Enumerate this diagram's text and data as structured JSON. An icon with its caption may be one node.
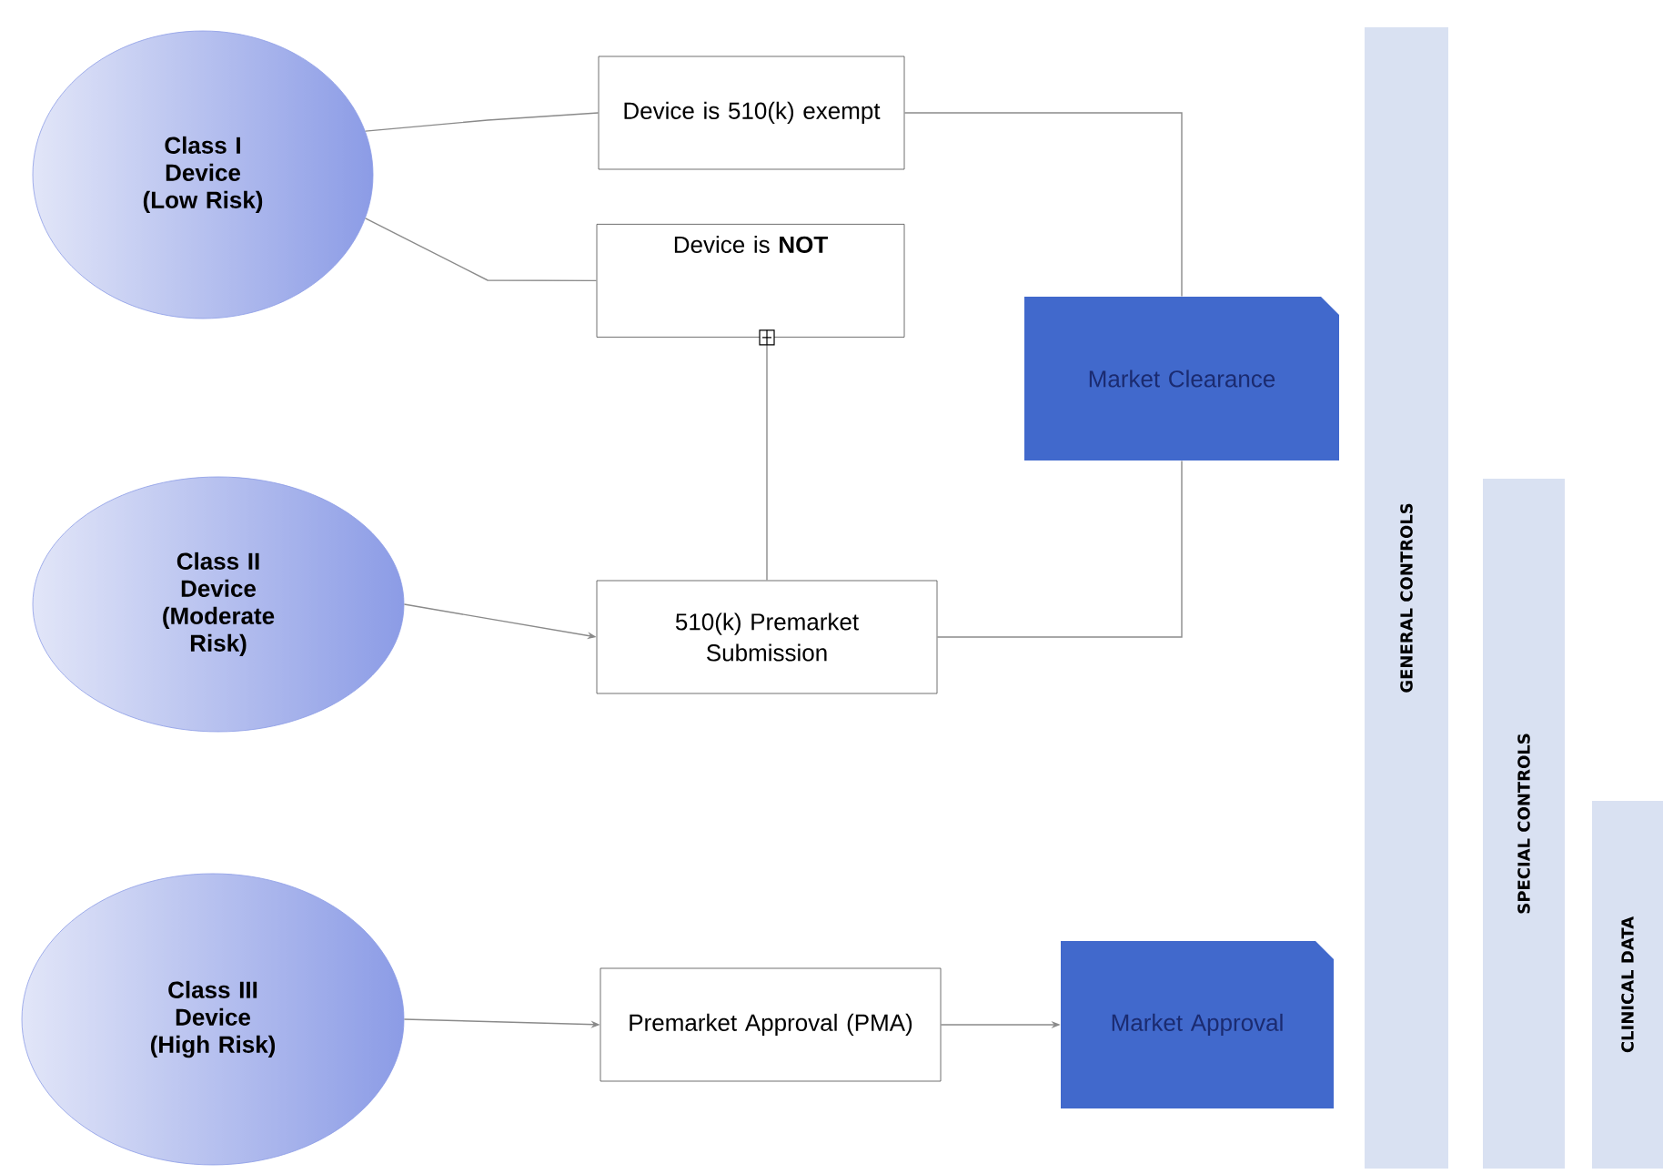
{
  "diagram": {
    "nodes": [
      {
        "text": [
          "Class I Device (Low Risk)"
        ]
      },
      {
        "text": [
          "Device is 510(k) exempt"
        ]
      },
      {
        "text": [
          "Device is **NOT**"
        ]
      },
      {
        "text": [
          "Class II Device (Moderate Risk)"
        ]
      },
      {
        "text": [
          "510(k) Premarket Submission"
        ]
      },
      {
        "text": [
          "Market Clearance"
        ]
      },
      {
        "text": [
          "Class III Device (High Risk)"
        ]
      },
      {
        "text": [
          "Premarket Approval (PMA)"
        ]
      },
      {
        "text": [
          "Market Approval"
        ]
      },
      {
        "text": [
          "GENERAL CONTROLS"
        ]
      },
      {
        "text": [
          "SPECIAL CONTROLS"
        ]
      },
      {
        "text": [
          "CLINICAL DATA"
        ]
      }
    ],
    "edges": [
      {
        "from": 0,
        "to": 1,
        "arrow": "none"
      },
      {
        "from": 0,
        "to": 2,
        "arrow": "none"
      },
      {
        "from": 3,
        "to": 4,
        "arrow": "to"
      },
      {
        "from": 4,
        "to": 2,
        "arrow": "other"
      },
      {
        "from": 1,
        "to": 5,
        "arrow": "none"
      },
      {
        "from": 4,
        "to": 5,
        "arrow": "none"
      },
      {
        "from": 6,
        "to": 7,
        "arrow": "to"
      },
      {
        "from": 7,
        "to": 8,
        "arrow": "to"
      }
    ]
  }
}
